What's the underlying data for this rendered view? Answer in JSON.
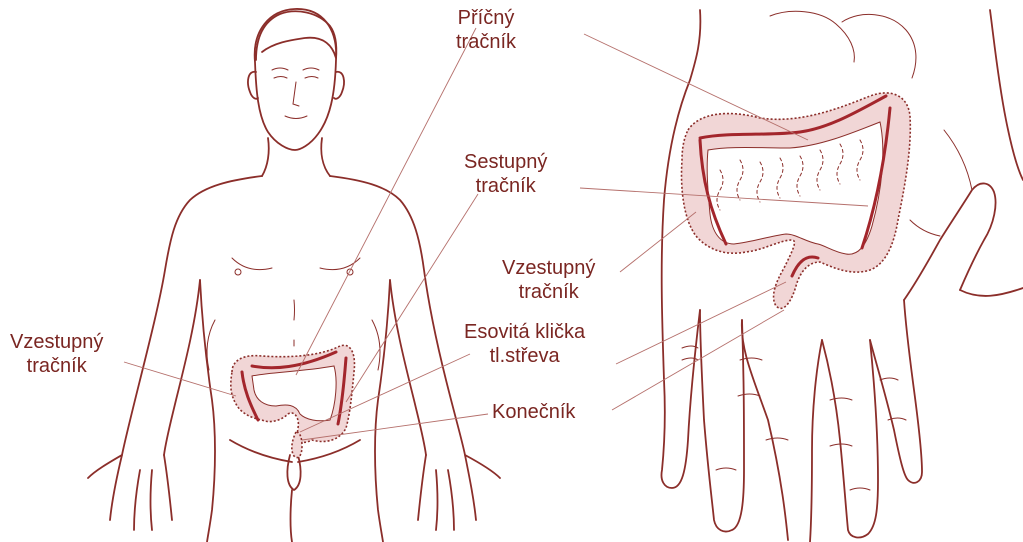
{
  "colors": {
    "ink": "#8b2e2a",
    "label": "#7a2622",
    "colon_fill": "#f1d6d6",
    "colon_stroke": "#8b2e2a",
    "colon_band": "#a3262c",
    "leader": "#b5706c",
    "background": "#ffffff"
  },
  "labels": {
    "transverse": {
      "line1": "Příčný",
      "line2": "tračník"
    },
    "descending": {
      "line1": "Sestupný",
      "line2": "tračník"
    },
    "ascending_right": {
      "line1": "Vzestupný",
      "line2": "tračník"
    },
    "sigmoid": {
      "line1": "Esovitá klička",
      "line2": "tl.střeva"
    },
    "rectum": {
      "line1": "Konečník"
    },
    "ascending_left": {
      "line1": "Vzestupný",
      "line2": "tračník"
    }
  },
  "icons": {
    "body": "human-body-figure-icon",
    "palm": "open-palm-hand-icon"
  }
}
